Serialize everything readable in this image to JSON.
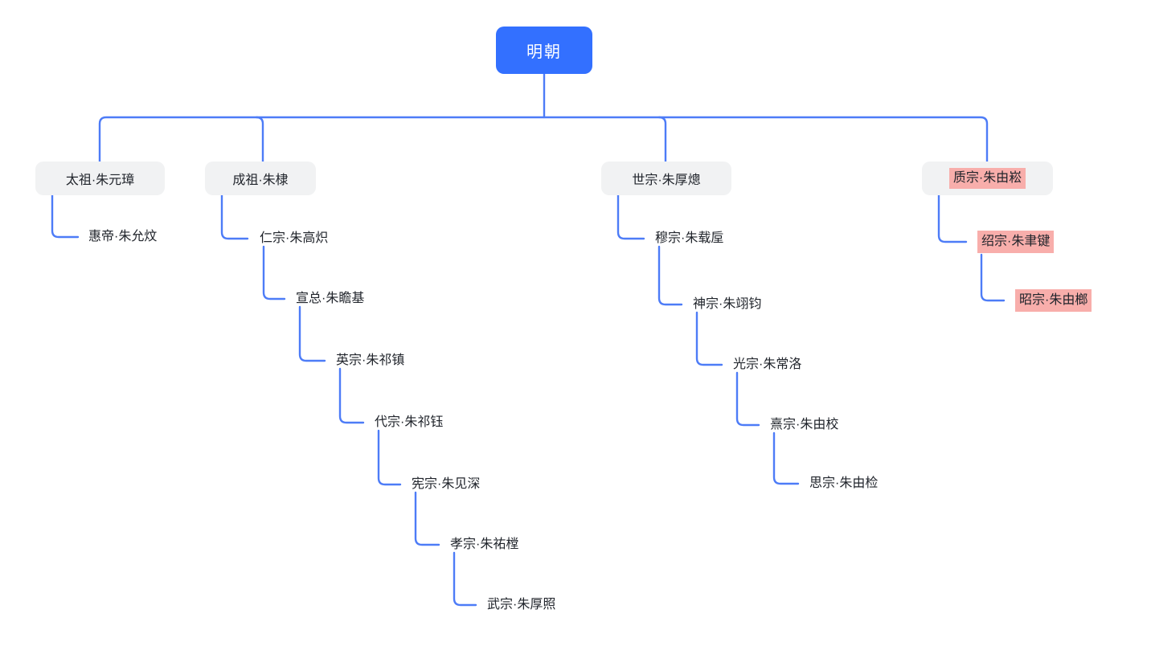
{
  "mindmap": {
    "root": {
      "label": "明朝"
    },
    "branches": [
      {
        "label": "太祖·朱元璋",
        "highlighted": false,
        "children": [
          {
            "label": "惠帝·朱允炆",
            "highlighted": false
          }
        ]
      },
      {
        "label": "成祖·朱棣",
        "highlighted": false,
        "children": [
          {
            "label": "仁宗·朱高炽",
            "highlighted": false
          },
          {
            "label": "宣总·朱瞻基",
            "highlighted": false
          },
          {
            "label": "英宗·朱祁镇",
            "highlighted": false
          },
          {
            "label": "代宗·朱祁钰",
            "highlighted": false
          },
          {
            "label": "宪宗·朱见深",
            "highlighted": false
          },
          {
            "label": "孝宗·朱祐樘",
            "highlighted": false
          },
          {
            "label": "武宗·朱厚照",
            "highlighted": false
          }
        ]
      },
      {
        "label": "世宗·朱厚熜",
        "highlighted": false,
        "children": [
          {
            "label": "穆宗·朱载垕",
            "highlighted": false
          },
          {
            "label": "神宗·朱翊钧",
            "highlighted": false
          },
          {
            "label": "光宗·朱常洛",
            "highlighted": false
          },
          {
            "label": "熹宗·朱由校",
            "highlighted": false
          },
          {
            "label": "思宗·朱由检",
            "highlighted": false
          }
        ]
      },
      {
        "label": "质宗·朱由崧",
        "highlighted": true,
        "children": [
          {
            "label": "绍宗·朱聿键",
            "highlighted": true
          },
          {
            "label": "昭宗·朱由榔",
            "highlighted": true
          }
        ]
      }
    ],
    "colors": {
      "root_bg": "#3370FF",
      "root_text": "#FFFFFF",
      "branch_bg": "#F1F2F3",
      "connector": "#4D7CF7",
      "text": "#20242B",
      "highlight_bg": "#F8AEAB"
    }
  }
}
